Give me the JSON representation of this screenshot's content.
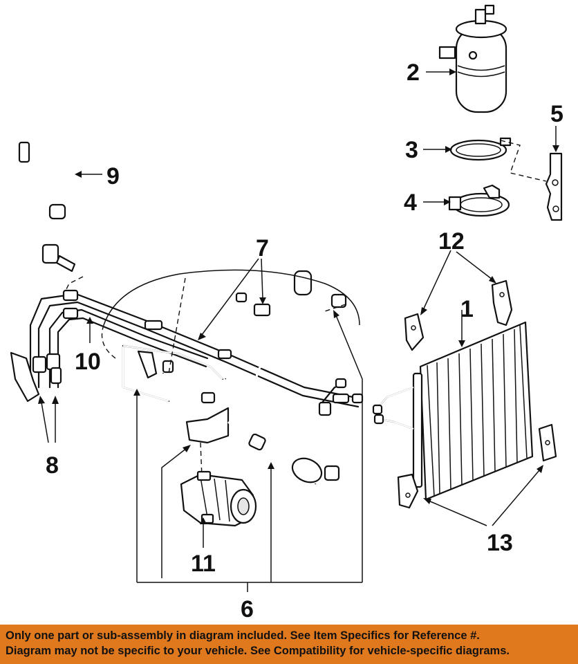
{
  "callouts": {
    "c1": "1",
    "c2": "2",
    "c3": "3",
    "c4": "4",
    "c5": "5",
    "c6": "6",
    "c7": "7",
    "c8": "8",
    "c9": "9",
    "c10": "10",
    "c11": "11",
    "c12": "12",
    "c13": "13"
  },
  "footer": {
    "line1": "Only one part or sub-assembly in diagram included. See Item Specifics for Reference #.",
    "line2": "Diagram may not be specific to your vehicle. See Compatibility for vehicle-specific diagrams."
  },
  "colors": {
    "footer_background": "#e0781d",
    "line_art": "#111111"
  }
}
